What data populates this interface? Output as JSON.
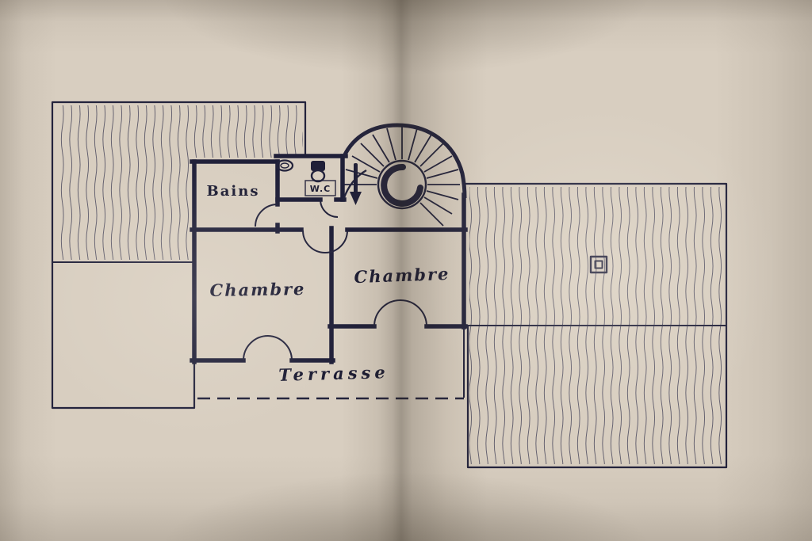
{
  "labels": {
    "bains": "Bains",
    "wc": "W.C",
    "chambre_left": "Chambre",
    "chambre_right": "Chambre",
    "terrasse": "Terrasse"
  },
  "colors": {
    "ink": "#23233c",
    "paper": "#d8cec0"
  }
}
